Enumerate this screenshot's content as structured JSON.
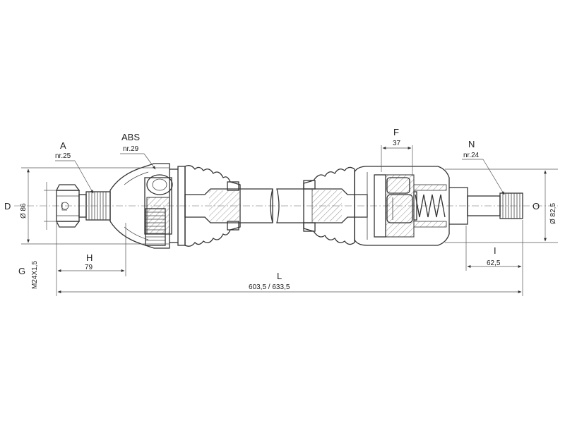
{
  "labels": {
    "A": {
      "letter": "A",
      "note": "nr.25"
    },
    "ABS": {
      "letter": "ABS",
      "note": "nr.29"
    },
    "F": {
      "letter": "F",
      "value": "37"
    },
    "N": {
      "letter": "N",
      "note": "nr.24"
    },
    "D": {
      "letter": "D",
      "value": "Ø 86"
    },
    "O": {
      "letter": "O",
      "value": "Ø 82,5"
    },
    "H": {
      "letter": "H",
      "value": "79"
    },
    "G": {
      "letter": "G",
      "value": "M24X1,5"
    },
    "I": {
      "letter": "I",
      "value": "62,5"
    },
    "L": {
      "letter": "L",
      "value": "603,5 / 633,5"
    }
  },
  "colors": {
    "line": "#333333",
    "hatch": "#777777",
    "background": "#ffffff"
  }
}
